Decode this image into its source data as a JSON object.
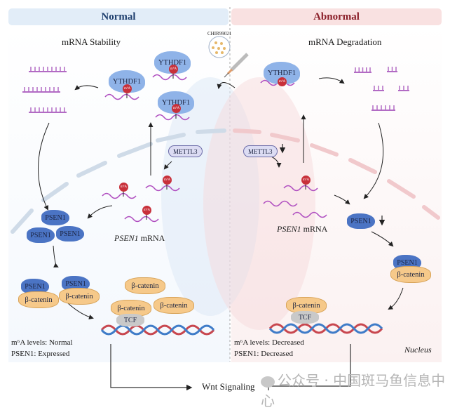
{
  "panels": {
    "normal": {
      "header": "Normal",
      "header_color": "#1f3f6e",
      "header_bg": "#e2edf8",
      "title": "mRNA Stability",
      "status_m6a": "m⁶A levels: Normal",
      "status_psen1": "PSEN1: Expressed"
    },
    "abnormal": {
      "header": "Abnormal",
      "header_color": "#8a1e28",
      "header_bg": "#f9e1e1",
      "title": "mRNA Degradation",
      "status_m6a": "m⁶A levels: Decreased",
      "status_psen1": "PSEN1: Decreased",
      "compartment": "Nucleus"
    }
  },
  "drug": "CHIR99021",
  "proteins": {
    "ythdf1": "YTHDF1",
    "mettl3": "METTL3",
    "psen1": "PSEN1",
    "beta_catenin": "β-catenin",
    "tcf": "TCF"
  },
  "mark": "m⁶A",
  "mrna_label_gene": "PSEN1",
  "mrna_label_suffix": " mRNA",
  "output": "Wnt Signaling",
  "watermark": "公众号 · 中国斑马鱼信息中心",
  "decrease_arrow": "↓"
}
